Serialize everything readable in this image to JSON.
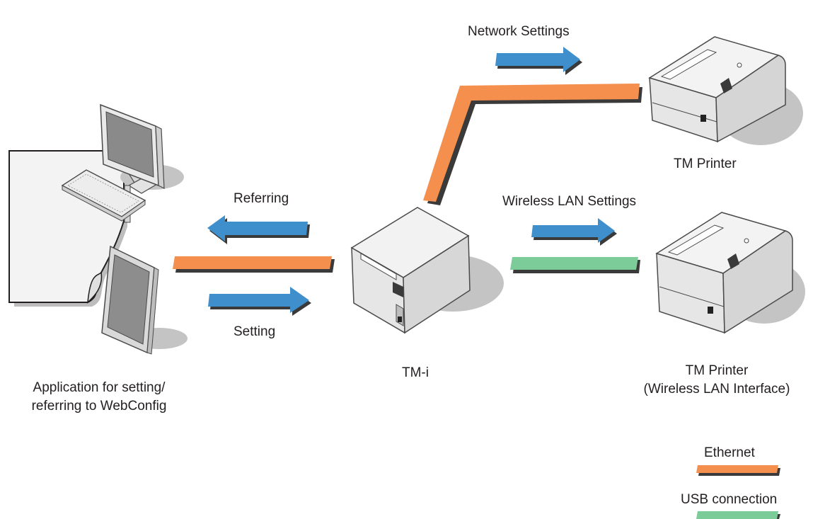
{
  "labels": {
    "network_settings": "Network Settings",
    "wireless_lan_settings": "Wireless LAN Settings",
    "referring": "Referring",
    "setting": "Setting",
    "tm_i": "TM-i",
    "tm_printer_top": "TM Printer",
    "tm_printer_wireless_line1": "TM Printer",
    "tm_printer_wireless_line2": "(Wireless LAN Interface)",
    "app_line1": "Application for  setting/",
    "app_line2": "referring to WebConfig"
  },
  "legend": {
    "ethernet": "Ethernet",
    "usb": "USB connection"
  },
  "colors": {
    "ethernet": "#f58f4d",
    "usb": "#7ccc99",
    "arrow": "#3f8fcc",
    "shadow": "#3a3a3a",
    "device_body": "#efefef",
    "device_outline": "#4a4a4a",
    "floor_shadow": "#c4c4c4"
  }
}
